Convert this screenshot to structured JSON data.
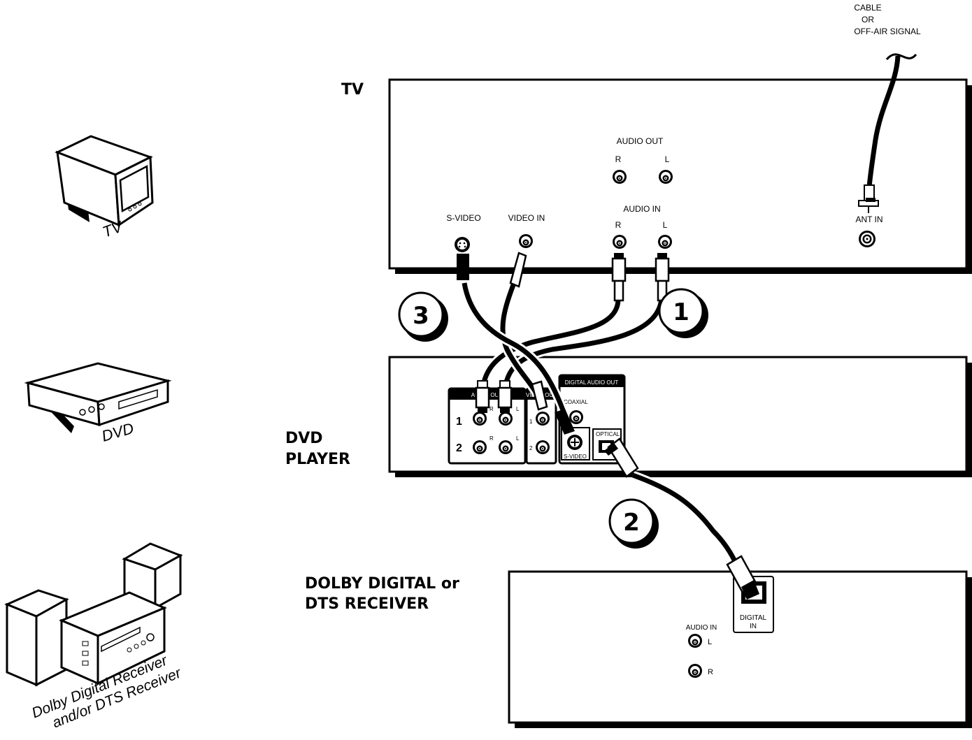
{
  "signal": {
    "line1": "CABLE",
    "line2": "OR",
    "line3": "OFF-AIR SIGNAL"
  },
  "tv": {
    "title": "TV",
    "audio_out": "AUDIO OUT",
    "audio_out_r": "R",
    "audio_out_l": "L",
    "svideo": "S-VIDEO",
    "video_in": "VIDEO IN",
    "audio_in": "AUDIO IN",
    "audio_in_r": "R",
    "audio_in_l": "L",
    "ant_in": "ANT IN"
  },
  "dvd": {
    "title_line1": "DVD",
    "title_line2": "PLAYER",
    "audio_out_header": "AUDIO OUT",
    "video_out_header": "VIDEO OUT",
    "digital_audio_out": "DIGITAL AUDIO OUT",
    "coaxial": "COAXIAL",
    "optical": "OPTICAL",
    "svideo": "S-VIDEO",
    "row1": "1",
    "row2": "2",
    "r": "R",
    "l": "L",
    "video_1": "1",
    "video_2": "2"
  },
  "receiver": {
    "title_line1": "DOLBY DIGITAL or",
    "title_line2": "DTS RECEIVER",
    "audio_in": "AUDIO IN",
    "l": "L",
    "r": "R",
    "digital_in_line1": "DIGITAL",
    "digital_in_line2": "IN"
  },
  "steps": {
    "one": "1",
    "two": "2",
    "three": "3"
  },
  "icons": {
    "tv_caption": "TV",
    "dvd_caption": "DVD",
    "receiver_caption_line1": "Dolby Digital Receiver",
    "receiver_caption_line2": "and/or DTS Receiver"
  }
}
